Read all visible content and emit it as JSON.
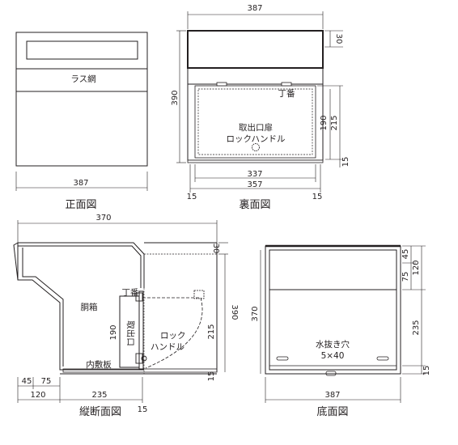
{
  "views": {
    "front": {
      "title": "正面図",
      "label_mesh": "ラス網",
      "dim_width": "387"
    },
    "back": {
      "title": "裏面図",
      "label_hinge": "丁番",
      "label_door": "取出口扉",
      "label_handle": "ロックハンドル",
      "dim_top": "387",
      "dim_337": "337",
      "dim_357": "357",
      "dim_15_left": "15",
      "dim_15_right": "15",
      "dim_390": "390",
      "dim_30": "30",
      "dim_190": "190",
      "dim_215": "215",
      "dim_15_side": "15"
    },
    "section": {
      "title": "縦断面図",
      "label_body": "胴箱",
      "label_hinge": "丁番",
      "label_door": "取出口",
      "label_handle_1": "ロック",
      "label_handle_2": "ハンドル",
      "label_floor": "内敷板",
      "dim_370": "370",
      "dim_30": "30",
      "dim_390": "390",
      "dim_215": "215",
      "dim_190": "190",
      "dim_15_right": "15",
      "dim_45": "45",
      "dim_75": "75",
      "dim_120": "120",
      "dim_235": "235",
      "dim_15_bottom": "15"
    },
    "bottom": {
      "title": "底面図",
      "label_drain": "水抜き穴",
      "label_drain_size": "5×40",
      "dim_370": "370",
      "dim_387": "387",
      "dim_75": "75",
      "dim_45": "45",
      "dim_120": "120",
      "dim_235": "235",
      "dim_15": "15"
    }
  }
}
